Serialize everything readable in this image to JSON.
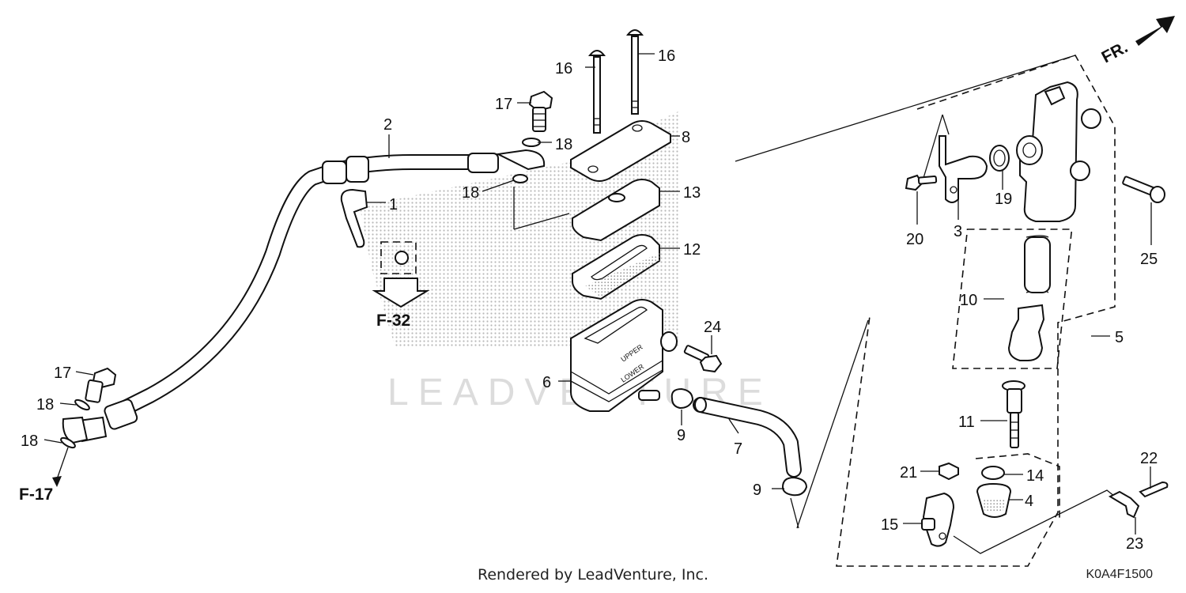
{
  "watermark": {
    "text": "LEADVENTURE"
  },
  "direction_marker": {
    "label": "FR."
  },
  "references": {
    "f32": "F-32",
    "f17": "F-17"
  },
  "labels": {
    "p1": "1",
    "p2": "2",
    "p3": "3",
    "p4": "4",
    "p5": "5",
    "p6": "6",
    "p7": "7",
    "p8": "8",
    "p9a": "9",
    "p9b": "9",
    "p10": "10",
    "p11": "11",
    "p12": "12",
    "p13": "13",
    "p14": "14",
    "p15": "15",
    "p16a": "16",
    "p16b": "16",
    "p17a": "17",
    "p17b": "17",
    "p18a": "18",
    "p18b": "18",
    "p18c": "18",
    "p18d": "18",
    "p19": "19",
    "p20": "20",
    "p21": "21",
    "p22": "22",
    "p23": "23",
    "p24": "24",
    "p25": "25"
  },
  "reservoir_text": {
    "upper": "UPPER",
    "lower": "LOWER"
  },
  "footer": {
    "rendered_by": "Rendered by LeadVenture, Inc.",
    "diagram_code": "K0A4F1500"
  }
}
